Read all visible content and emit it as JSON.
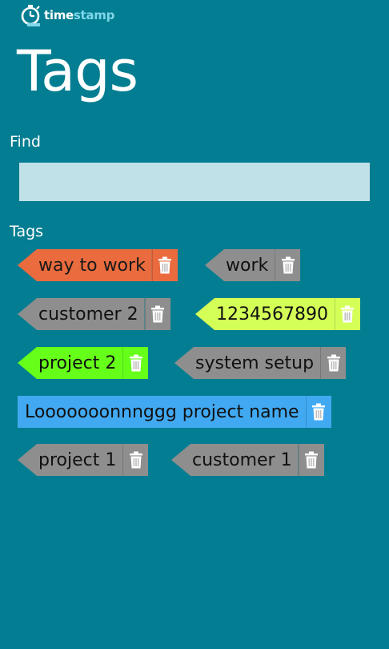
{
  "app": {
    "name_part1": "time",
    "name_part2": "stamp",
    "page_title": "Tags"
  },
  "find": {
    "label": "Find",
    "value": "",
    "placeholder": ""
  },
  "tags_section": {
    "label": "Tags",
    "items": [
      {
        "label": "way to work",
        "color": "#ea6b3e",
        "text_color": "#1a1a1a"
      },
      {
        "label": "work",
        "color": "#8e8e8e",
        "text_color": "#111111"
      },
      {
        "label": "customer 2",
        "color": "#8e8e8e",
        "text_color": "#111111"
      },
      {
        "label": "1234567890",
        "color": "#d4ff57",
        "text_color": "#111111"
      },
      {
        "label": "project 2",
        "color": "#66ff1a",
        "text_color": "#111111"
      },
      {
        "label": "system setup",
        "color": "#8e8e8e",
        "text_color": "#111111"
      },
      {
        "label": "Looooooonnnggg project name",
        "color": "#41a9f2",
        "text_color": "#111111"
      },
      {
        "label": "project 1",
        "color": "#8e8e8e",
        "text_color": "#111111"
      },
      {
        "label": "customer 1",
        "color": "#8e8e8e",
        "text_color": "#111111"
      }
    ],
    "delete_icon": "trash-icon"
  }
}
